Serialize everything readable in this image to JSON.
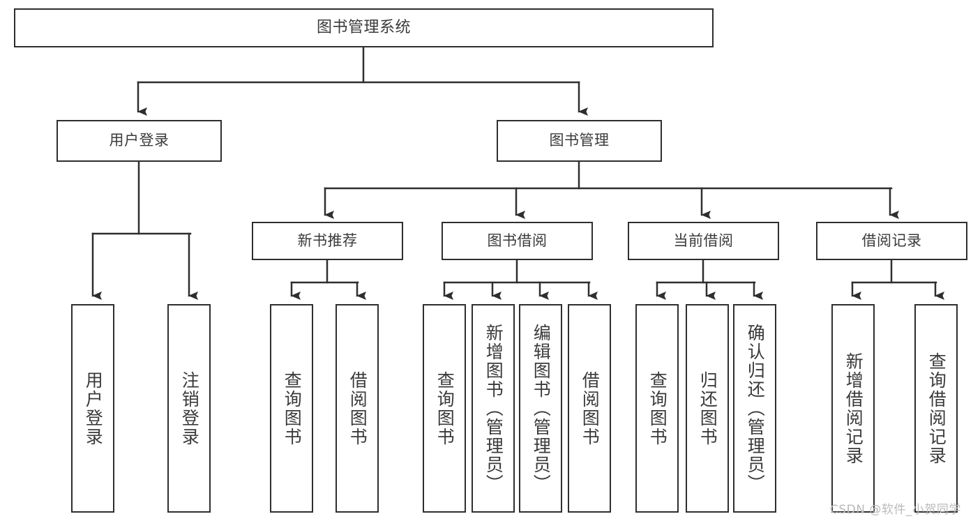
{
  "diagram": {
    "title": "图书管理系统",
    "type": "tree-hierarchy",
    "watermark": "CSDN @软件_小贺同学",
    "colors": {
      "stroke": "#2e2e2e",
      "text": "#3a3a3a",
      "background": "#ffffff",
      "watermark": "#b9b9b9"
    },
    "nodes": {
      "root": {
        "label": "图书管理系统"
      },
      "level2": [
        {
          "id": "user-login",
          "label": "用户登录"
        },
        {
          "id": "book-management",
          "label": "图书管理"
        }
      ],
      "level3": [
        {
          "id": "new-book-recommend",
          "label": "新书推荐"
        },
        {
          "id": "book-borrow",
          "label": "图书借阅"
        },
        {
          "id": "current-borrow",
          "label": "当前借阅"
        },
        {
          "id": "borrow-record",
          "label": "借阅记录"
        }
      ],
      "leaves": {
        "user_login": [
          {
            "id": "leaf-user-login",
            "label": "用户登录"
          },
          {
            "id": "leaf-user-logout",
            "label": "注销登录"
          }
        ],
        "new_book_recommend": [
          {
            "id": "leaf-query-book-1",
            "label": "查询图书"
          },
          {
            "id": "leaf-borrow-book-1",
            "label": "借阅图书"
          }
        ],
        "book_borrow": [
          {
            "id": "leaf-query-book-2",
            "label": "查询图书"
          },
          {
            "id": "leaf-add-book-admin",
            "label": "新增图书（管理员）"
          },
          {
            "id": "leaf-edit-book-admin",
            "label": "编辑图书（管理员）"
          },
          {
            "id": "leaf-borrow-book-2",
            "label": "借阅图书"
          }
        ],
        "current_borrow": [
          {
            "id": "leaf-query-book-3",
            "label": "查询图书"
          },
          {
            "id": "leaf-return-book",
            "label": "归还图书"
          },
          {
            "id": "leaf-confirm-return-admin",
            "label": "确认归还（管理员）"
          }
        ],
        "borrow_record": [
          {
            "id": "leaf-add-borrow-record",
            "label": "新增借阅记录"
          },
          {
            "id": "leaf-query-borrow-record",
            "label": "查询借阅记录"
          }
        ]
      }
    }
  }
}
